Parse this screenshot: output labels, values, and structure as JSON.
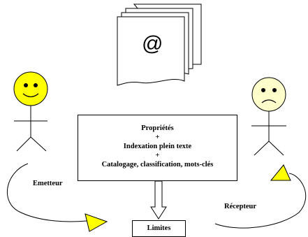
{
  "document_icon": {
    "symbol": "@"
  },
  "center_box": {
    "lines": [
      "Propriétés",
      "+",
      "Indexation plein texte",
      "+",
      "Catalogage, classification, mots-clés"
    ]
  },
  "limits_box": {
    "label": "Limites"
  },
  "emitter": {
    "label": "Emetteur",
    "mood": "happy",
    "face_color": "#ffff00"
  },
  "receiver": {
    "label": "Récepteur",
    "mood": "sad",
    "face_color": "#ffffcc"
  },
  "colors": {
    "arrowhead": "#ffff00",
    "lines": "#000000"
  }
}
